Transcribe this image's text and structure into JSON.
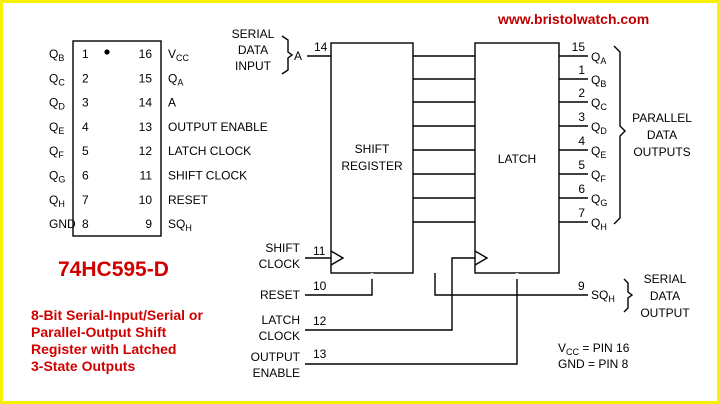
{
  "website": "www.bristolwatch.com",
  "part_number": "74HC595-D",
  "description": [
    "8-Bit Serial-Input/Serial or",
    "Parallel-Output Shift",
    "Register with Latched",
    "3-State Outputs"
  ],
  "pinout": {
    "left": [
      {
        "num": "1",
        "name": "Q",
        "sub": "B"
      },
      {
        "num": "2",
        "name": "Q",
        "sub": "C"
      },
      {
        "num": "3",
        "name": "Q",
        "sub": "D"
      },
      {
        "num": "4",
        "name": "Q",
        "sub": "E"
      },
      {
        "num": "5",
        "name": "Q",
        "sub": "F"
      },
      {
        "num": "6",
        "name": "Q",
        "sub": "G"
      },
      {
        "num": "7",
        "name": "Q",
        "sub": "H"
      },
      {
        "num": "8",
        "name": "GND",
        "sub": ""
      }
    ],
    "right": [
      {
        "num": "16",
        "name": "V",
        "sub": "CC"
      },
      {
        "num": "15",
        "name": "Q",
        "sub": "A"
      },
      {
        "num": "14",
        "name": "A",
        "sub": ""
      },
      {
        "num": "13",
        "name": "OUTPUT ENABLE",
        "sub": ""
      },
      {
        "num": "12",
        "name": "LATCH CLOCK",
        "sub": ""
      },
      {
        "num": "11",
        "name": "SHIFT CLOCK",
        "sub": ""
      },
      {
        "num": "10",
        "name": "RESET",
        "sub": ""
      },
      {
        "num": "9",
        "name": "SQ",
        "sub": "H"
      }
    ]
  },
  "logic": {
    "shift_register_label": [
      "SHIFT",
      "REGISTER"
    ],
    "latch_label": "LATCH",
    "serial_data_input_label": [
      "SERIAL",
      "DATA",
      "INPUT"
    ],
    "serial_input_pin": {
      "name": "A",
      "num": "14"
    },
    "inputs": [
      {
        "key": "shift-clock",
        "label": [
          "SHIFT",
          "CLOCK"
        ],
        "num": "11"
      },
      {
        "key": "reset",
        "label": [
          "RESET"
        ],
        "num": "10"
      },
      {
        "key": "latch-clock",
        "label": [
          "LATCH",
          "CLOCK"
        ],
        "num": "12"
      },
      {
        "key": "output-enable",
        "label": [
          "OUTPUT",
          "ENABLE"
        ],
        "num": "13"
      }
    ],
    "outputs": [
      {
        "num": "15",
        "name": "Q",
        "sub": "A"
      },
      {
        "num": "1",
        "name": "Q",
        "sub": "B"
      },
      {
        "num": "2",
        "name": "Q",
        "sub": "C"
      },
      {
        "num": "3",
        "name": "Q",
        "sub": "D"
      },
      {
        "num": "4",
        "name": "Q",
        "sub": "E"
      },
      {
        "num": "5",
        "name": "Q",
        "sub": "F"
      },
      {
        "num": "6",
        "name": "Q",
        "sub": "G"
      },
      {
        "num": "7",
        "name": "Q",
        "sub": "H"
      }
    ],
    "parallel_outputs_label": [
      "PARALLEL",
      "DATA",
      "OUTPUTS"
    ],
    "serial_output": {
      "num": "9",
      "name": "SQ",
      "sub": "H"
    },
    "serial_output_label": [
      "SERIAL",
      "DATA",
      "OUTPUT"
    ],
    "power_notes": [
      {
        "name": "V",
        "sub": "CC",
        "rest": " = PIN 16"
      },
      {
        "name": "GND",
        "sub": "",
        "rest": " = PIN 8"
      }
    ]
  },
  "colors": {
    "frame": "#f7f000",
    "accent_text": "#d00000",
    "url_text": "#c00000"
  }
}
